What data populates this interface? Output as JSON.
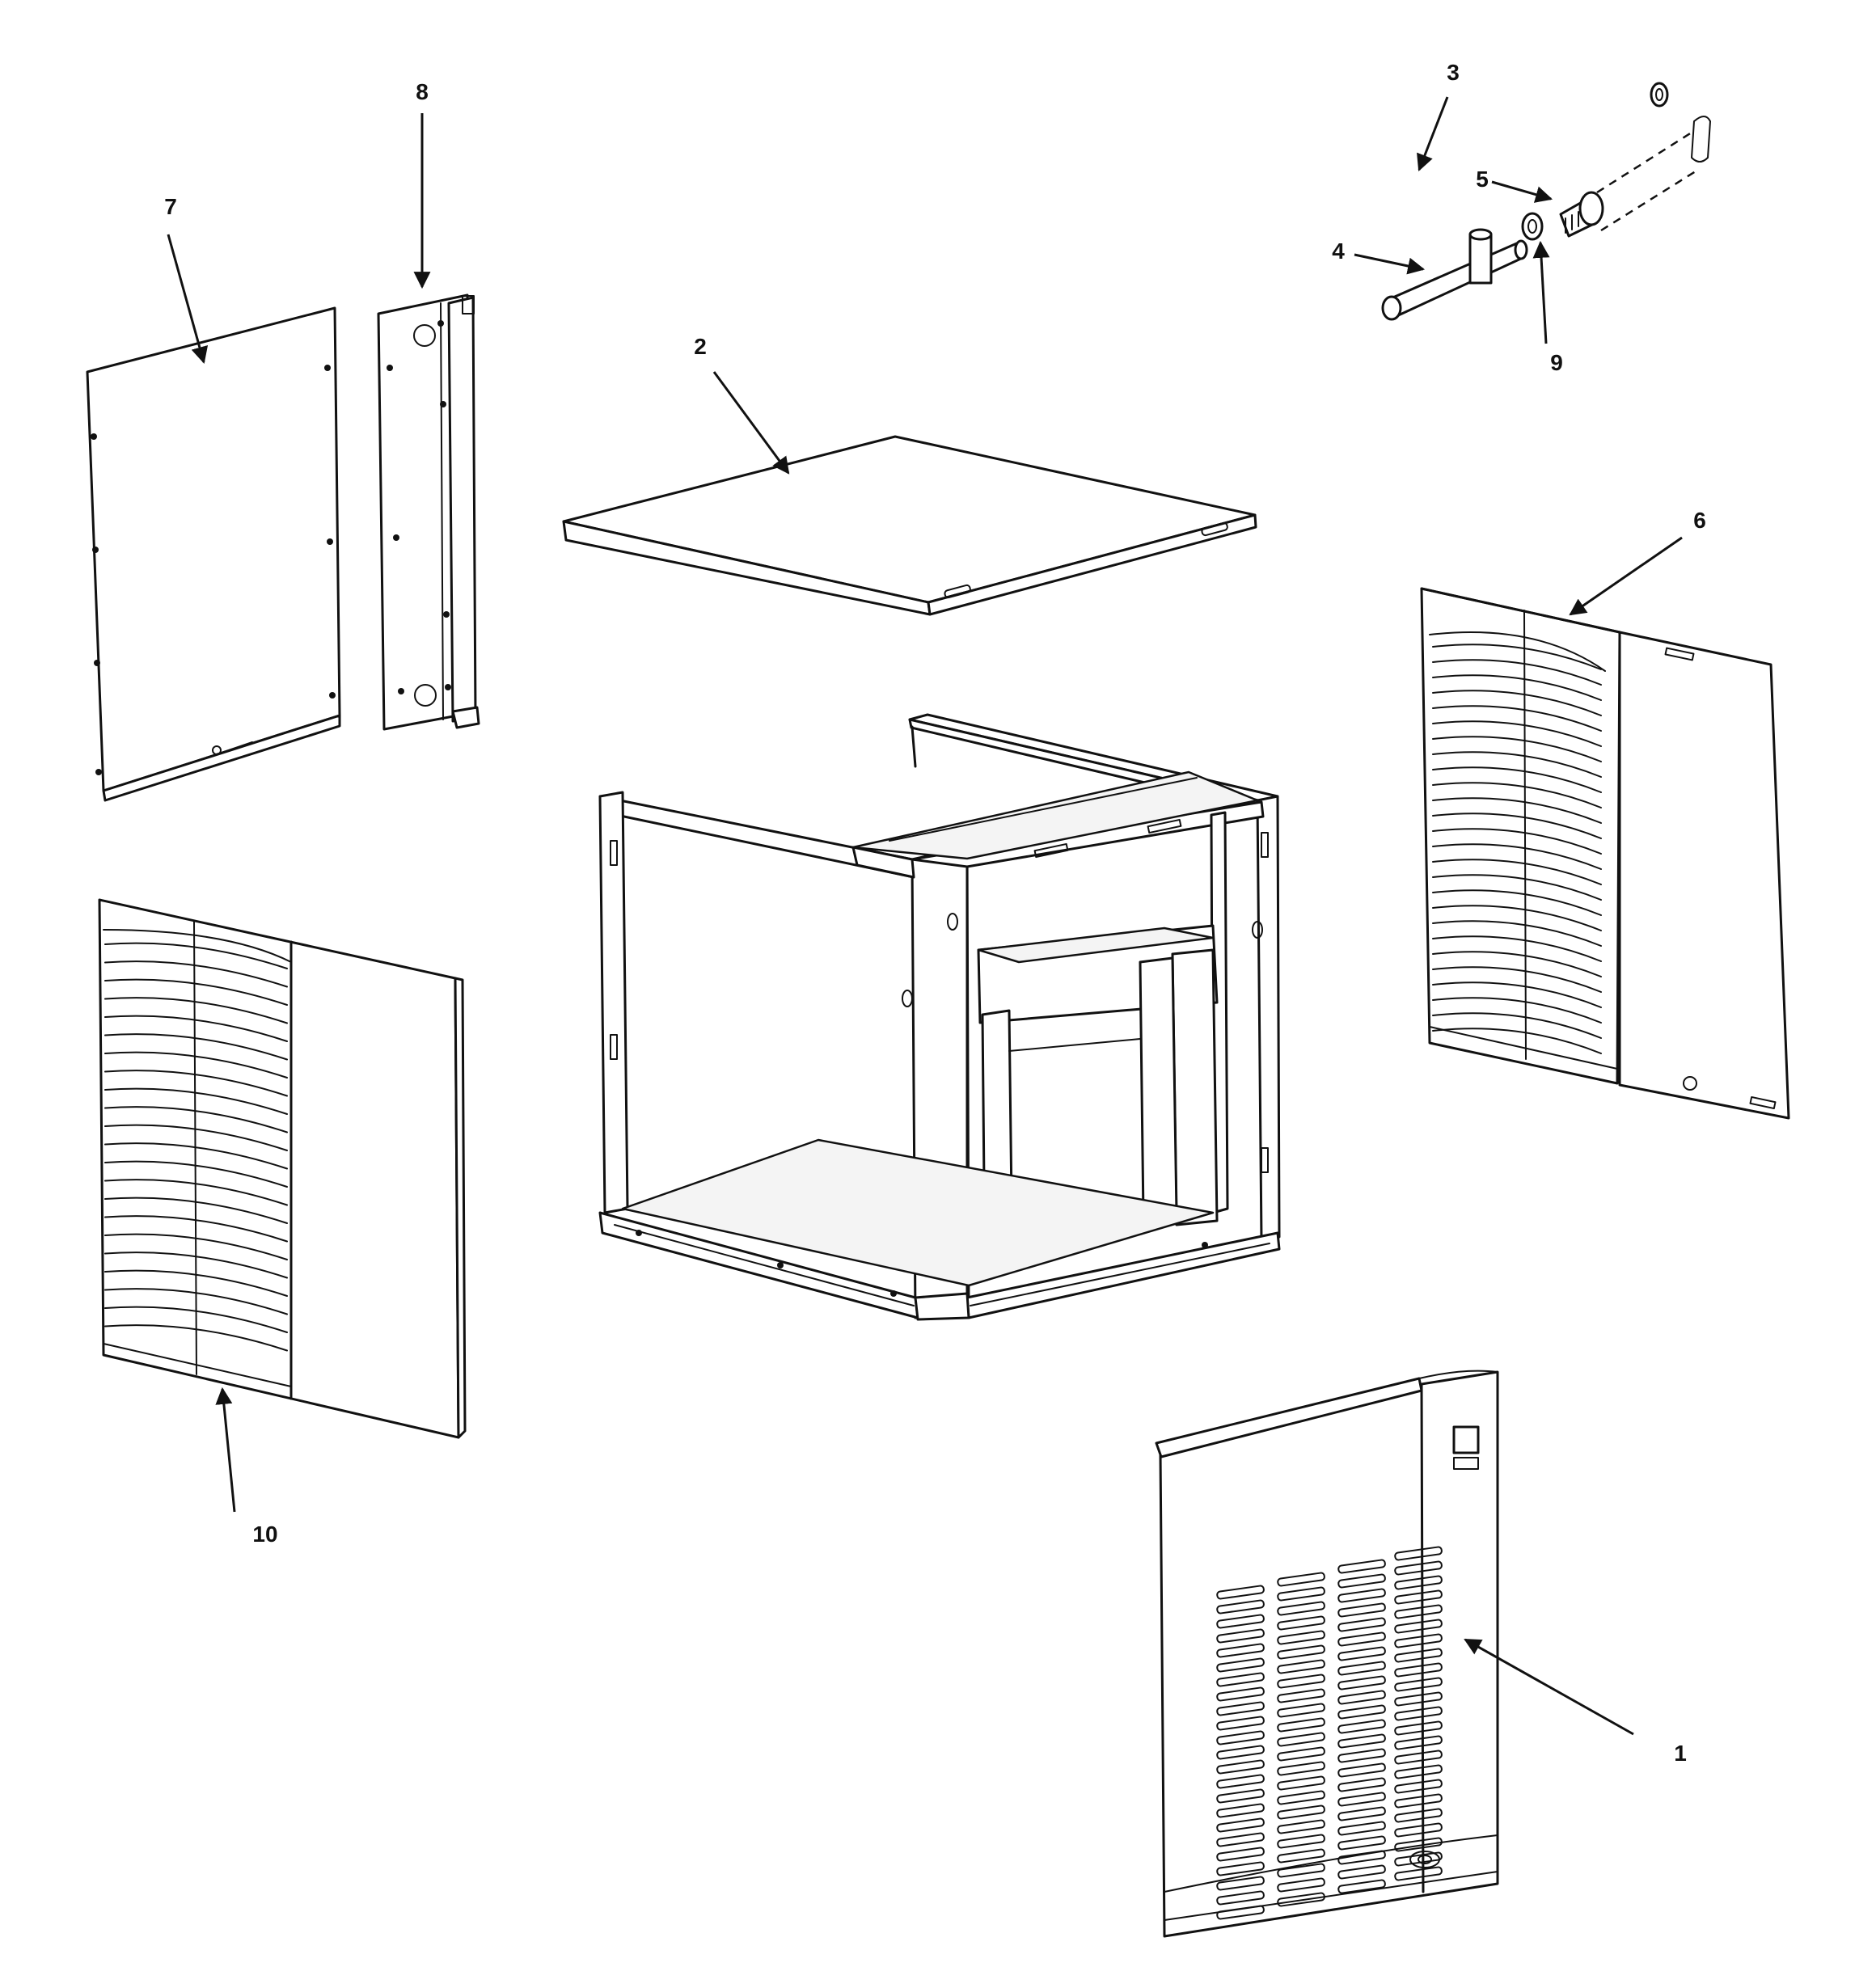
{
  "callouts": [
    {
      "id": "1",
      "label": "1"
    },
    {
      "id": "2",
      "label": "2"
    },
    {
      "id": "3",
      "label": "3"
    },
    {
      "id": "4",
      "label": "4"
    },
    {
      "id": "5",
      "label": "5"
    },
    {
      "id": "6",
      "label": "6"
    },
    {
      "id": "7",
      "label": "7"
    },
    {
      "id": "8",
      "label": "8"
    },
    {
      "id": "9",
      "label": "9"
    },
    {
      "id": "10",
      "label": "10"
    }
  ],
  "colors": {
    "line": "#111111",
    "background": "#ffffff",
    "panel_tint": "#f4f4f4"
  }
}
